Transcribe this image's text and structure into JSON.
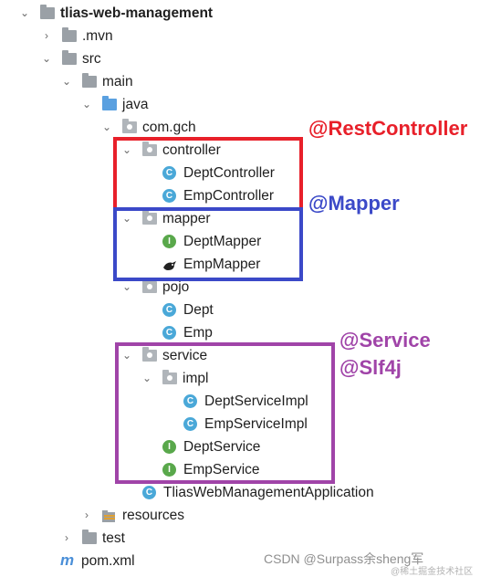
{
  "tree": {
    "project": "tlias-web-management",
    "mvn": ".mvn",
    "src": "src",
    "main": "main",
    "java": "java",
    "package": "com.gch",
    "controller": "controller",
    "dept_controller": "DeptController",
    "emp_controller": "EmpController",
    "mapper": "mapper",
    "dept_mapper": "DeptMapper",
    "emp_mapper": "EmpMapper",
    "pojo": "pojo",
    "dept": "Dept",
    "emp": "Emp",
    "service": "service",
    "impl": "impl",
    "dept_service_impl": "DeptServiceImpl",
    "emp_service_impl": "EmpServiceImpl",
    "dept_service": "DeptService",
    "emp_service": "EmpService",
    "application": "TliasWebManagementApplication",
    "resources": "resources",
    "test": "test",
    "pom": "pom.xml"
  },
  "icons": {
    "class_letter": "C",
    "interface_letter": "I",
    "expanded": "⌄",
    "collapsed": "›"
  },
  "annotations": {
    "rest_controller": "@RestController",
    "mapper": "@Mapper",
    "service": "@Service",
    "slf4j": "@Slf4j"
  },
  "colors": {
    "red": "#e8202a",
    "blue": "#3b49c8",
    "purple": "#a044a8"
  },
  "watermark": {
    "csdn": "CSDN @Surpass余sheng军",
    "juejin": "@稀土掘金技术社区"
  }
}
